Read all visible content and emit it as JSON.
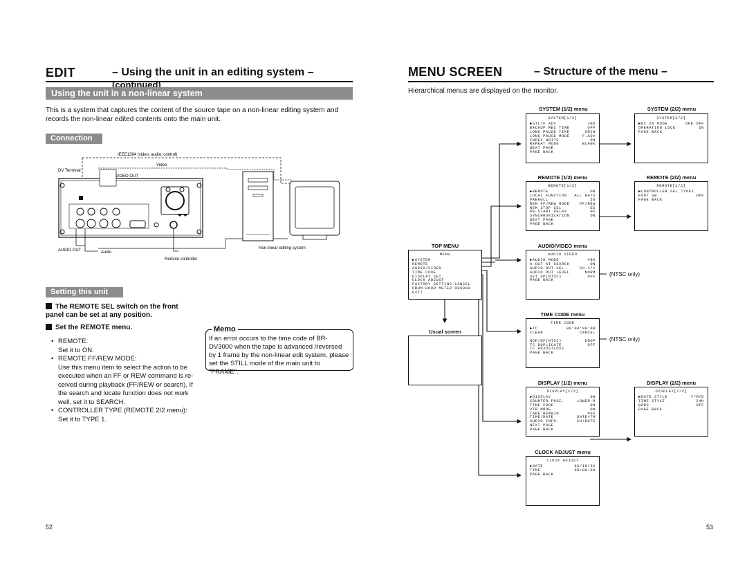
{
  "left": {
    "edit": "EDIT",
    "title": "– Using the unit in an editing system –",
    "continued": "(continued)",
    "section": "Using the unit in a non-linear system",
    "intro": "This is a system that captures the content of the source tape on a non-linear editing system and records the non-linear edited contents onto the main unit.",
    "connection": "Connection",
    "diagram": {
      "ieee": "IEEE1394 (video, audio, control)",
      "video": "Video",
      "dv_terminal": "DV Terminal",
      "video_out": "VIDEO OUT",
      "audio_out": "AUDIO OUT",
      "audio": "Audio",
      "remote_controller": "Remote controller",
      "nle": "Non-linear editing system"
    },
    "setting": "Setting this unit",
    "remote_note": "The REMOTE SEL switch on the front panel can be set at any position.",
    "set_remote": "Set the REMOTE menu.",
    "bullets": [
      {
        "head": "REMOTE:",
        "body": "Set it to ON."
      },
      {
        "head": "REMOTE FF/REW MODE:",
        "body": "Use this menu item to select the action to be executed when an FF or REW command is re-ceived during playback (FF/REW or search). If the search and locate function does not work well, set it to SEARCH."
      },
      {
        "head": "CONTROLLER TYPE (REMOTE 2/2 menu):",
        "body": "Set it to TYPE 1."
      }
    ],
    "memo_title": "Memo",
    "memo_text": "If an error occurs to the time code of BR-DV3000 when the tape is advanced /reversed by 1 frame by the non-linear edit system, please set the STILL mode of the main unit to \"FRAME\".",
    "page": "52"
  },
  "right": {
    "title1": "MENU SCREEN",
    "title2": "– Structure of the menu –",
    "hier": "Hierarchical menus are displayed on the monitor.",
    "ntsc_only": "(NTSC only)",
    "usual_screen": "Usual screen",
    "page": "53",
    "menus": {
      "top": {
        "label": "TOP MENU",
        "hdr": "MENU",
        "rows": [
          [
            "▶SYSTEM",
            ""
          ],
          [
            "REMOTE",
            ""
          ],
          [
            "AUDIO/VIDEO",
            ""
          ],
          [
            "TIME CODE",
            ""
          ],
          [
            "DISPLAY SET",
            ""
          ],
          [
            "CLOCK ADJUST",
            ""
          ],
          [
            "FACTORY SETTING CANCEL",
            ""
          ],
          [
            "DRUM HOUR METER 000000",
            ""
          ],
          [
            "EXIT",
            ""
          ]
        ]
      },
      "sys1": {
        "label": "SYSTEM (1/2) menu",
        "hdr": "SYSTEM[1/2]",
        "rows": [
          [
            "▶STL/F ADV",
            "2ND"
          ],
          [
            "BACKUP REC TIME",
            "OFF"
          ],
          [
            "LONG PAUSE TIME",
            "5MIN"
          ],
          [
            "LONG PAUSE MODE",
            "F.ADV"
          ],
          [
            "INDEX WRITE",
            "ON"
          ],
          [
            "REPEAT MODE",
            "BLANK"
          ],
          [
            "NEXT PAGE",
            ""
          ],
          [
            "PAGE BACK",
            ""
          ]
        ]
      },
      "sys2": {
        "label": "SYSTEM (2/2) menu",
        "hdr": "SYSTEM[2/2]",
        "rows": [
          [
            "▶DC IN MODE",
            "OPE OFF"
          ],
          [
            "OPERATION LOCK",
            "ON"
          ],
          [
            "PAGE BACK",
            ""
          ]
        ]
      },
      "rem1": {
        "label": "REMOTE (1/2) menu",
        "hdr": "REMOTE[1/2]",
        "rows": [
          [
            "▶REMOTE",
            "ON"
          ],
          [
            "LOCAL FUNCTION",
            "ALL KEYS"
          ],
          [
            "PREROLL",
            "5S"
          ],
          [
            "REM FF/REW MODE",
            "FF/REW"
          ],
          [
            "REM STOP SEL",
            "EE"
          ],
          [
            "PB START DELAY",
            "0F"
          ],
          [
            "SYNCHRONIZATION",
            "ON"
          ],
          [
            "NEXT PAGE",
            ""
          ],
          [
            "PAGE BACK",
            ""
          ]
        ]
      },
      "rem2": {
        "label": "REMOTE (2/2) menu",
        "hdr": "REMOTE[2/2]",
        "rows": [
          [
            "▶CONTROLLER SEL TYPE1",
            ""
          ],
          [
            "FOOT SW",
            "OFF"
          ],
          [
            "PAGE BACK",
            ""
          ]
        ]
      },
      "av": {
        "label": "AUDIO/VIDEO menu",
        "hdr": "AUDIO VIDEO",
        "rows": [
          [
            "▶AUDIO MODE",
            "48K"
          ],
          [
            "A OUT AT SEARCH",
            "ON"
          ],
          [
            "AUDIO OUT SEL",
            "CH-1/2"
          ],
          [
            "AUDIO OUT LEVEL",
            "NORM"
          ],
          [
            "SET UP(NTSC)",
            "OFF"
          ],
          [
            "PAGE BACK",
            ""
          ]
        ]
      },
      "tc": {
        "label": "TIME CODE menu",
        "hdr": "TIME CODE",
        "rows": [
          [
            "▶TC",
            "00:00:00:00"
          ],
          [
            "CLEAR",
            "CANCEL"
          ],
          [
            "",
            ""
          ],
          [
            "NDF/DF(NTSC)",
            "DROP"
          ],
          [
            "TC DUPLICATE",
            "OFF"
          ],
          [
            "TC ADJUST(DV)",
            ""
          ],
          [
            "PAGE BACK",
            ""
          ]
        ]
      },
      "disp1": {
        "label": "DISPLAY (1/2) menu",
        "hdr": "DISPLAY[1/2]",
        "rows": [
          [
            "▶DISPLAY",
            "ON"
          ],
          [
            "COUNTER POSI.",
            "LOWER-R"
          ],
          [
            "TIME CODE",
            "ON"
          ],
          [
            "VTR MODE",
            "ON"
          ],
          [
            "TAPE REMAIN",
            "OFF"
          ],
          [
            "TIME/DATE",
            "DATE+TM"
          ],
          [
            "AUDIO INFO.",
            "CH+RATE"
          ],
          [
            "NEXT PAGE",
            ""
          ],
          [
            "PAGE BACK",
            ""
          ]
        ]
      },
      "disp2": {
        "label": "DISPLAY (2/2) menu",
        "hdr": "DISPLAY[2/2]",
        "rows": [
          [
            "▶DATE STYLE",
            "Y/M/D"
          ],
          [
            "TIME STYLE",
            "24H"
          ],
          [
            "BARS",
            "OFF"
          ],
          [
            "PAGE BACK",
            ""
          ]
        ]
      },
      "clock": {
        "label": "CLOCK ADJUST menu",
        "hdr": "CLOCK ADJUST",
        "rows": [
          [
            "▶DATE",
            "02/10/22"
          ],
          [
            "TIME",
            "00:00:00"
          ],
          [
            "PAGE BACK",
            ""
          ]
        ]
      }
    }
  }
}
